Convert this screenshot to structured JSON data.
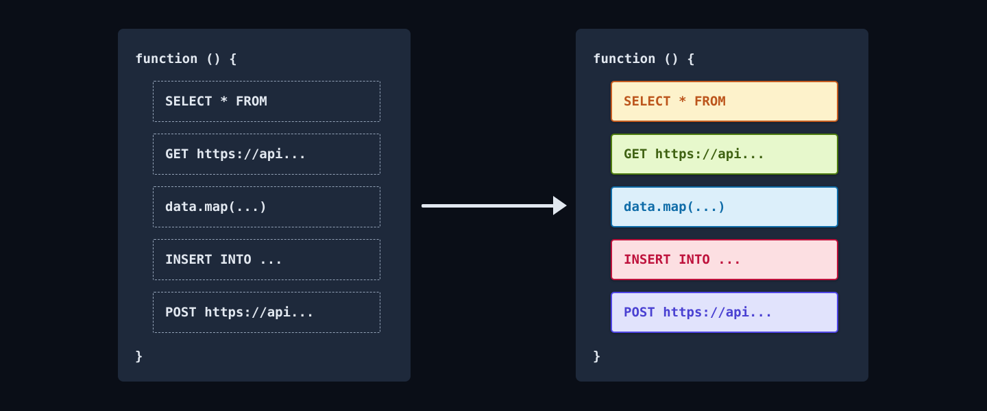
{
  "diagram": {
    "background_color": "#0a0e17",
    "panel_color": "#1e293b",
    "text_color": "#e2e8f0",
    "dashed_border_color": "#94a3b8",
    "arrow_color": "#e2e8f0"
  },
  "left_panel": {
    "function_open": "function () {",
    "function_close": "}",
    "blocks": [
      {
        "label": "SELECT * FROM"
      },
      {
        "label": "GET https://api..."
      },
      {
        "label": "data.map(...)"
      },
      {
        "label": "INSERT INTO ..."
      },
      {
        "label": "POST https://api..."
      }
    ]
  },
  "right_panel": {
    "function_open": "function () {",
    "function_close": "}",
    "blocks": [
      {
        "label": "SELECT * FROM",
        "bg": "#fdf2cb",
        "border": "#c65d21",
        "text": "#bc551c"
      },
      {
        "label": "GET https://api...",
        "bg": "#e7f8cc",
        "border": "#4d7c0f",
        "text": "#3f6212"
      },
      {
        "label": "data.map(...)",
        "bg": "#dceffa",
        "border": "#0f6ca8",
        "text": "#0f6ca8"
      },
      {
        "label": "INSERT INTO ...",
        "bg": "#fcdfe2",
        "border": "#be123c",
        "text": "#be123c"
      },
      {
        "label": "POST https://api...",
        "bg": "#e1e3fc",
        "border": "#4f46e5",
        "text": "#4a41d2"
      }
    ]
  }
}
